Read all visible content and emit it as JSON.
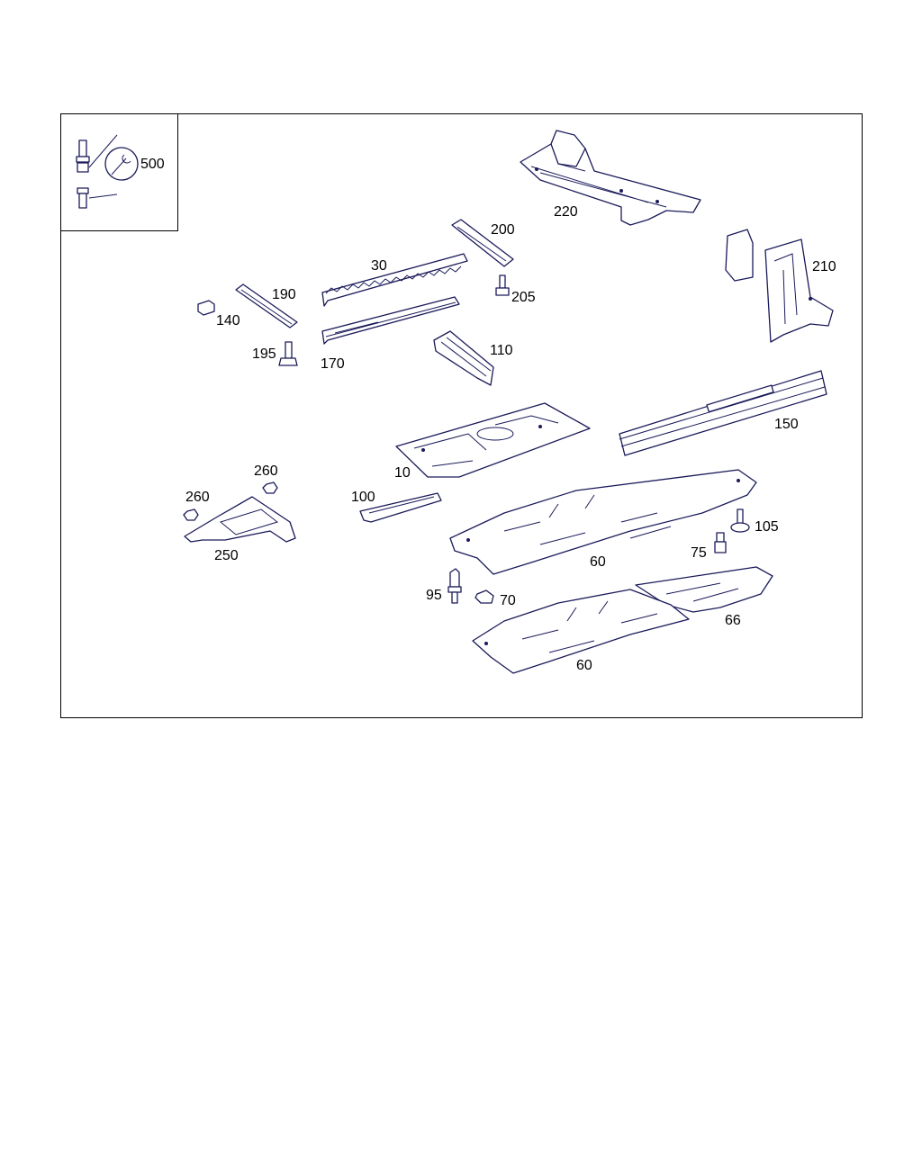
{
  "labels": {
    "p500": "500",
    "p220": "220",
    "p200": "200",
    "p30": "30",
    "p190": "190",
    "p140": "140",
    "p205": "205",
    "p210": "210",
    "p195": "195",
    "p170": "170",
    "p110": "110",
    "p150": "150",
    "p10": "10",
    "p260a": "260",
    "p260b": "260",
    "p250": "250",
    "p100": "100",
    "p105": "105",
    "p75": "75",
    "p60a": "60",
    "p95": "95",
    "p70": "70",
    "p66": "66",
    "p60b": "60"
  },
  "colors": {
    "line": "#1a1a5a",
    "frame": "#000000"
  }
}
